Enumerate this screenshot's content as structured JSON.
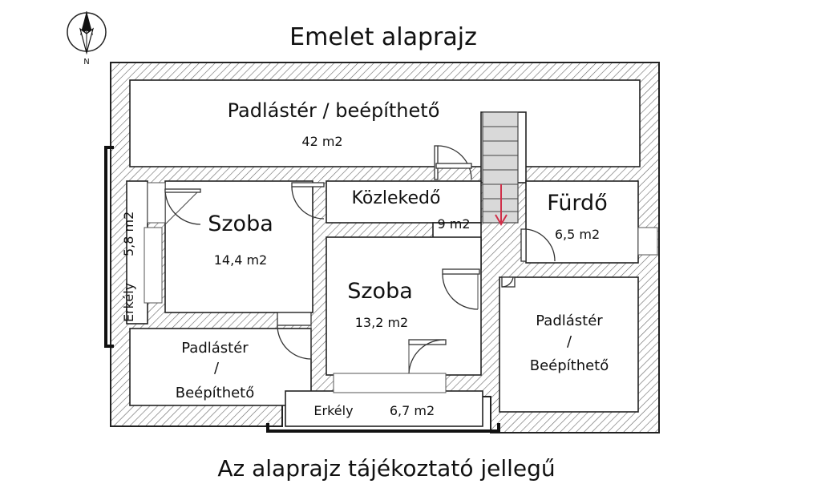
{
  "title": "Emelet alaprajz",
  "footer_note": "Az alaprajz tájékoztató jellegű",
  "compass": {
    "north_label": "N"
  },
  "rooms": {
    "attic_top": {
      "name": "Padlástér / beépíthető",
      "area": "42 m2"
    },
    "corridor": {
      "name": "Közlekedő",
      "area": "9 m2"
    },
    "bathroom": {
      "name": "Fürdő",
      "area": "6,5 m2"
    },
    "room_left": {
      "name": "Szoba",
      "area": "14,4 m2"
    },
    "room_center": {
      "name": "Szoba",
      "area": "13,2 m2"
    },
    "attic_bottom_left": {
      "line1": "Padlástér",
      "line2": "/",
      "line3": "Beépíthető"
    },
    "attic_right": {
      "line1": "Padlástér",
      "line2": "/",
      "line3": "Beépíthető"
    },
    "balcony_left": {
      "name": "Erkély",
      "area": "5,8 m2"
    },
    "balcony_bottom": {
      "name": "Erkély",
      "area": "6,7 m2"
    }
  },
  "colors": {
    "stair_arrow": "#d0304a",
    "stair_fill": "#d9d9d9"
  }
}
